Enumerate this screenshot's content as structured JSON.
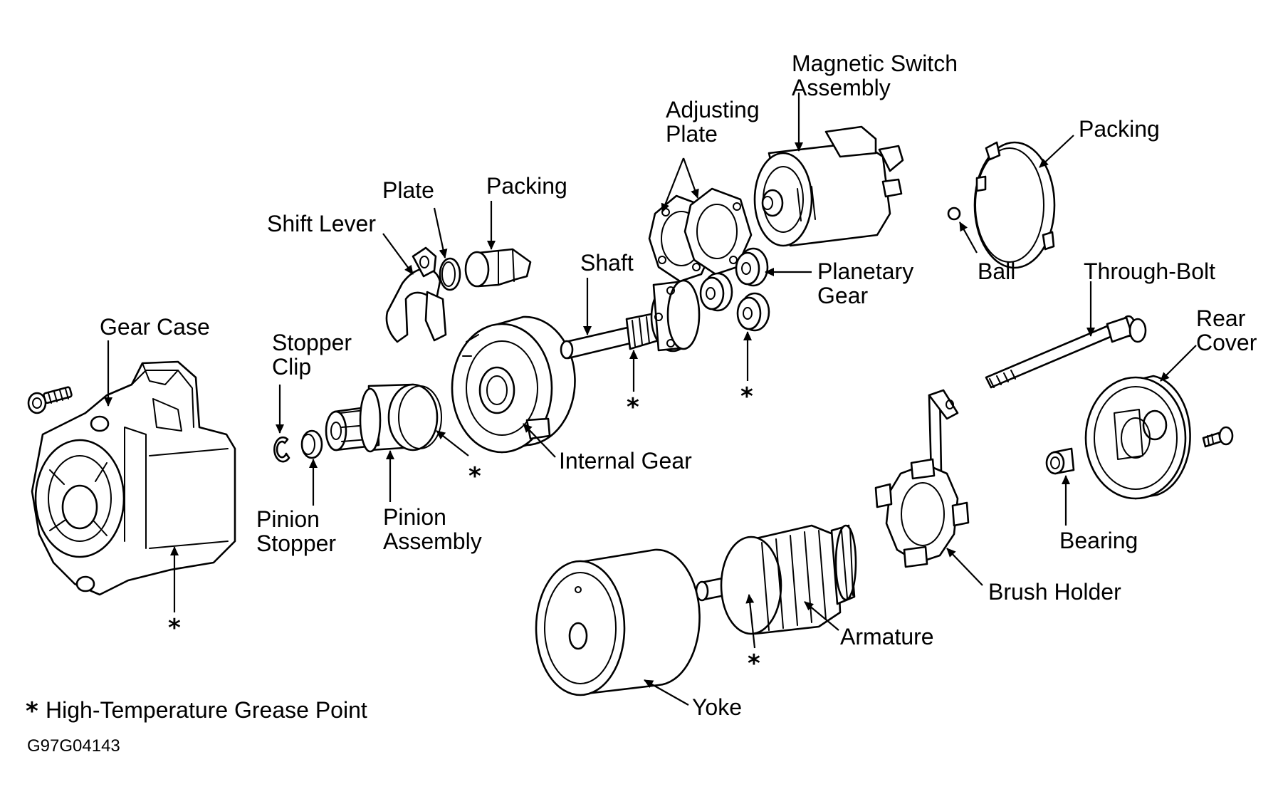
{
  "labels": {
    "magnetic_switch_assembly": [
      "Magnetic Switch",
      "Assembly"
    ],
    "adjusting_plate": [
      "Adjusting",
      "Plate"
    ],
    "packing_top": "Packing",
    "plate": "Plate",
    "packing_mid": "Packing",
    "shift_lever": "Shift Lever",
    "shaft": "Shaft",
    "planetary_gear": [
      "Planetary",
      "Gear"
    ],
    "ball": "Ball",
    "through_bolt": "Through-Bolt",
    "gear_case": "Gear Case",
    "stopper_clip": [
      "Stopper",
      "Clip"
    ],
    "rear_cover": [
      "Rear",
      "Cover"
    ],
    "internal_gear": "Internal Gear",
    "pinion_stopper": [
      "Pinion",
      "Stopper"
    ],
    "pinion_assembly": [
      "Pinion",
      "Assembly"
    ],
    "bearing": "Bearing",
    "brush_holder": "Brush Holder",
    "armature": "Armature",
    "yoke": "Yoke"
  },
  "grease_marker": "*",
  "legend": "High-Temperature Grease Point",
  "figure_code": "G97G04143",
  "icons": {
    "leader": "arrow-icon",
    "grease": "asterisk-icon"
  }
}
